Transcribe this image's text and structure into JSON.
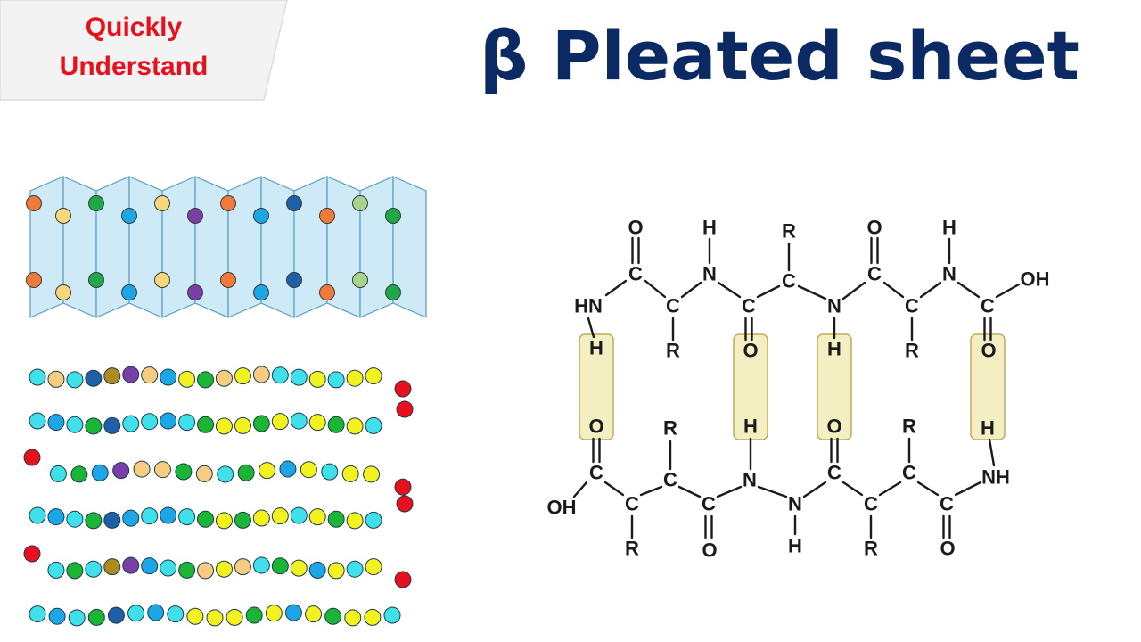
{
  "brand": {
    "line1": "Quickly",
    "line2": "Understand"
  },
  "title": "β Pleated sheet",
  "colors": {
    "title": "#0b2a63",
    "brand_text": "#e8101c",
    "sheet_fill": "#c6e6f4",
    "sheet_stroke": "#5a9bbf",
    "hbond_box": "#f4efc2",
    "hbond_box_stroke": "#b9ad5e",
    "bond": "#1b1b1b"
  },
  "residue_colors": {
    "o": "#f07a3a",
    "y": "#f6d77c",
    "g": "#1ea84a",
    "b": "#1ca6e6",
    "p": "#7a3ea8",
    "d": "#1f5fa8",
    "l": "#a5d48c",
    "c": "#3fe0ea",
    "Y": "#f2f21e",
    "G": "#1ab534",
    "k": "#ab8c1c",
    "t": "#f6cc80",
    "a": "#2a88d8",
    "r": "#e8101c"
  },
  "pleat_row_colors": [
    "o",
    "y",
    "g",
    "b",
    "y",
    "p",
    "o",
    "b",
    "d",
    "o",
    "l",
    "g"
  ],
  "chain_rows": [
    "ctcdkptbYGtYtccYcYYr",
    "rcYGYcYGYYGcbccdGcbc",
    "rcGbpttGtcGYbYcYYr",
    "rcYGYcYYGYGcbcbdGcbc",
    "rcGckpbcGtYtcGYbYcYr",
    "cYYGYbYGYYYcbcdGcbc"
  ],
  "structure": {
    "atoms": [
      {
        "id": "a1",
        "label": "HN"
      },
      {
        "id": "a2",
        "label": "C"
      },
      {
        "id": "a3",
        "label": "O"
      },
      {
        "id": "a4",
        "label": "C"
      },
      {
        "id": "a5",
        "label": "R"
      },
      {
        "id": "a6",
        "label": "N"
      },
      {
        "id": "a7",
        "label": "H"
      },
      {
        "id": "a8",
        "label": "C"
      },
      {
        "id": "a9",
        "label": "O"
      },
      {
        "id": "a10",
        "label": "C"
      },
      {
        "id": "a11",
        "label": "R"
      },
      {
        "id": "a12",
        "label": "N"
      },
      {
        "id": "a13",
        "label": "H"
      },
      {
        "id": "a14",
        "label": "C"
      },
      {
        "id": "a15",
        "label": "O"
      },
      {
        "id": "a16",
        "label": "C"
      },
      {
        "id": "a17",
        "label": "R"
      },
      {
        "id": "a18",
        "label": "N"
      },
      {
        "id": "a19",
        "label": "H"
      },
      {
        "id": "a20",
        "label": "C"
      },
      {
        "id": "a21",
        "label": "O"
      },
      {
        "id": "a22",
        "label": "OH"
      },
      {
        "id": "a23",
        "label": "H"
      },
      {
        "id": "b1",
        "label": "OH"
      },
      {
        "id": "b2",
        "label": "C"
      },
      {
        "id": "b3",
        "label": "O"
      },
      {
        "id": "b4",
        "label": "C"
      },
      {
        "id": "b5",
        "label": "R"
      },
      {
        "id": "b6",
        "label": "C"
      },
      {
        "id": "b7",
        "label": "R"
      },
      {
        "id": "b8",
        "label": "C"
      },
      {
        "id": "b9",
        "label": "O"
      },
      {
        "id": "b10",
        "label": "N"
      },
      {
        "id": "b11",
        "label": "H"
      },
      {
        "id": "b12",
        "label": "N"
      },
      {
        "id": "b13",
        "label": "H"
      },
      {
        "id": "b14",
        "label": "C"
      },
      {
        "id": "b15",
        "label": "O"
      },
      {
        "id": "b16",
        "label": "C"
      },
      {
        "id": "b17",
        "label": "R"
      },
      {
        "id": "b18",
        "label": "C"
      },
      {
        "id": "b19",
        "label": "R"
      },
      {
        "id": "b20",
        "label": "C"
      },
      {
        "id": "b21",
        "label": "O"
      },
      {
        "id": "b22",
        "label": "NH"
      },
      {
        "id": "b23",
        "label": "H"
      }
    ]
  }
}
